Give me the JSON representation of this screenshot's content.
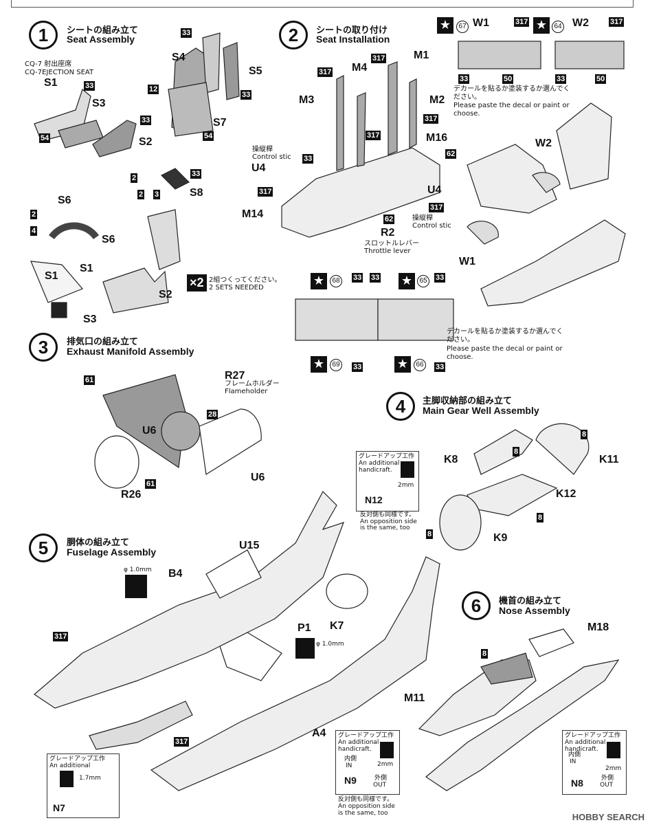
{
  "steps": [
    {
      "num": "1",
      "jp": "シートの組み立て",
      "en": "Seat Assembly"
    },
    {
      "num": "2",
      "jp": "シートの取り付け",
      "en": "Seat Installation"
    },
    {
      "num": "3",
      "jp": "排気口の組み立て",
      "en": "Exhaust Manifold Assembly"
    },
    {
      "num": "4",
      "jp": "主脚収納部の組み立て",
      "en": "Main Gear Well Assembly"
    },
    {
      "num": "5",
      "jp": "胴体の組み立て",
      "en": "Fuselage Assembly"
    },
    {
      "num": "6",
      "jp": "機首の組み立て",
      "en": "Nose Assembly"
    }
  ],
  "step1": {
    "seat_jp": "CQ-7 射出座席",
    "seat_en": "CQ-7EJECTION SEAT",
    "parts": [
      "S1",
      "S2",
      "S3",
      "S4",
      "S5",
      "S7",
      "S8",
      "S6",
      "S6",
      "S1",
      "S1",
      "S2",
      "S3"
    ],
    "colors": [
      "33",
      "33",
      "54",
      "33",
      "33",
      "12",
      "33",
      "54",
      "33",
      "2",
      "3",
      "4",
      "2",
      "4"
    ],
    "sets_jp": "2組つくってください。",
    "sets_en": "2 SETS NEEDED",
    "mult": "×2"
  },
  "step2": {
    "parts": [
      "M1",
      "M4",
      "M3",
      "M2",
      "M16",
      "U4",
      "U4",
      "M14",
      "R2",
      "W1",
      "W2",
      "W1",
      "W2"
    ],
    "colors": [
      "317",
      "317",
      "317",
      "317",
      "62",
      "33",
      "317",
      "317",
      "62",
      "33",
      "317",
      "33",
      "317",
      "33",
      "50",
      "33",
      "50",
      "317",
      "317"
    ],
    "stick_jp": "操縦桿",
    "stick_en1": "Control stic",
    "stick_en2": "Control stic",
    "throttle_jp": "スロットルレバー",
    "throttle_en": "Throttle lever",
    "decals": [
      "67",
      "64",
      "68",
      "65",
      "69",
      "66"
    ],
    "decal_note_jp": "デカールを貼るか塗装するか選んでください。",
    "decal_note_en": "Please paste the decal or paint or choose."
  },
  "step3": {
    "parts": [
      "R27",
      "U6",
      "U6",
      "R26"
    ],
    "flame_jp": "フレームホルダー",
    "flame_en": "Flameholder",
    "colors": [
      "61",
      "28",
      "61"
    ]
  },
  "step4": {
    "parts": [
      "K8",
      "K11",
      "K12",
      "K9"
    ],
    "colors": [
      "8",
      "8",
      "8",
      "8"
    ]
  },
  "step5": {
    "parts": [
      "U15",
      "B4",
      "P1",
      "K7",
      "A4",
      "N7",
      "N9",
      "N12"
    ],
    "colors": [
      "317",
      "317"
    ],
    "drill1": "φ 1.0mm",
    "drill2": "φ 1.0mm",
    "grade_jp": "グレードアップ工作",
    "grade_en1": "An additional",
    "grade_en2": "handicraft.",
    "opp_jp": "反対側も同様です。",
    "opp_en1": "An opposition side",
    "opp_en2": "is the same, too",
    "in_jp": "内側",
    "in_en": "IN",
    "out_jp": "外側",
    "out_en": "OUT",
    "mm2": "2mm",
    "mm17": "1.7mm"
  },
  "step6": {
    "parts": [
      "M18",
      "M11",
      "N8"
    ],
    "colors": [
      "8"
    ]
  },
  "watermark": "HOBBY SEARCH"
}
